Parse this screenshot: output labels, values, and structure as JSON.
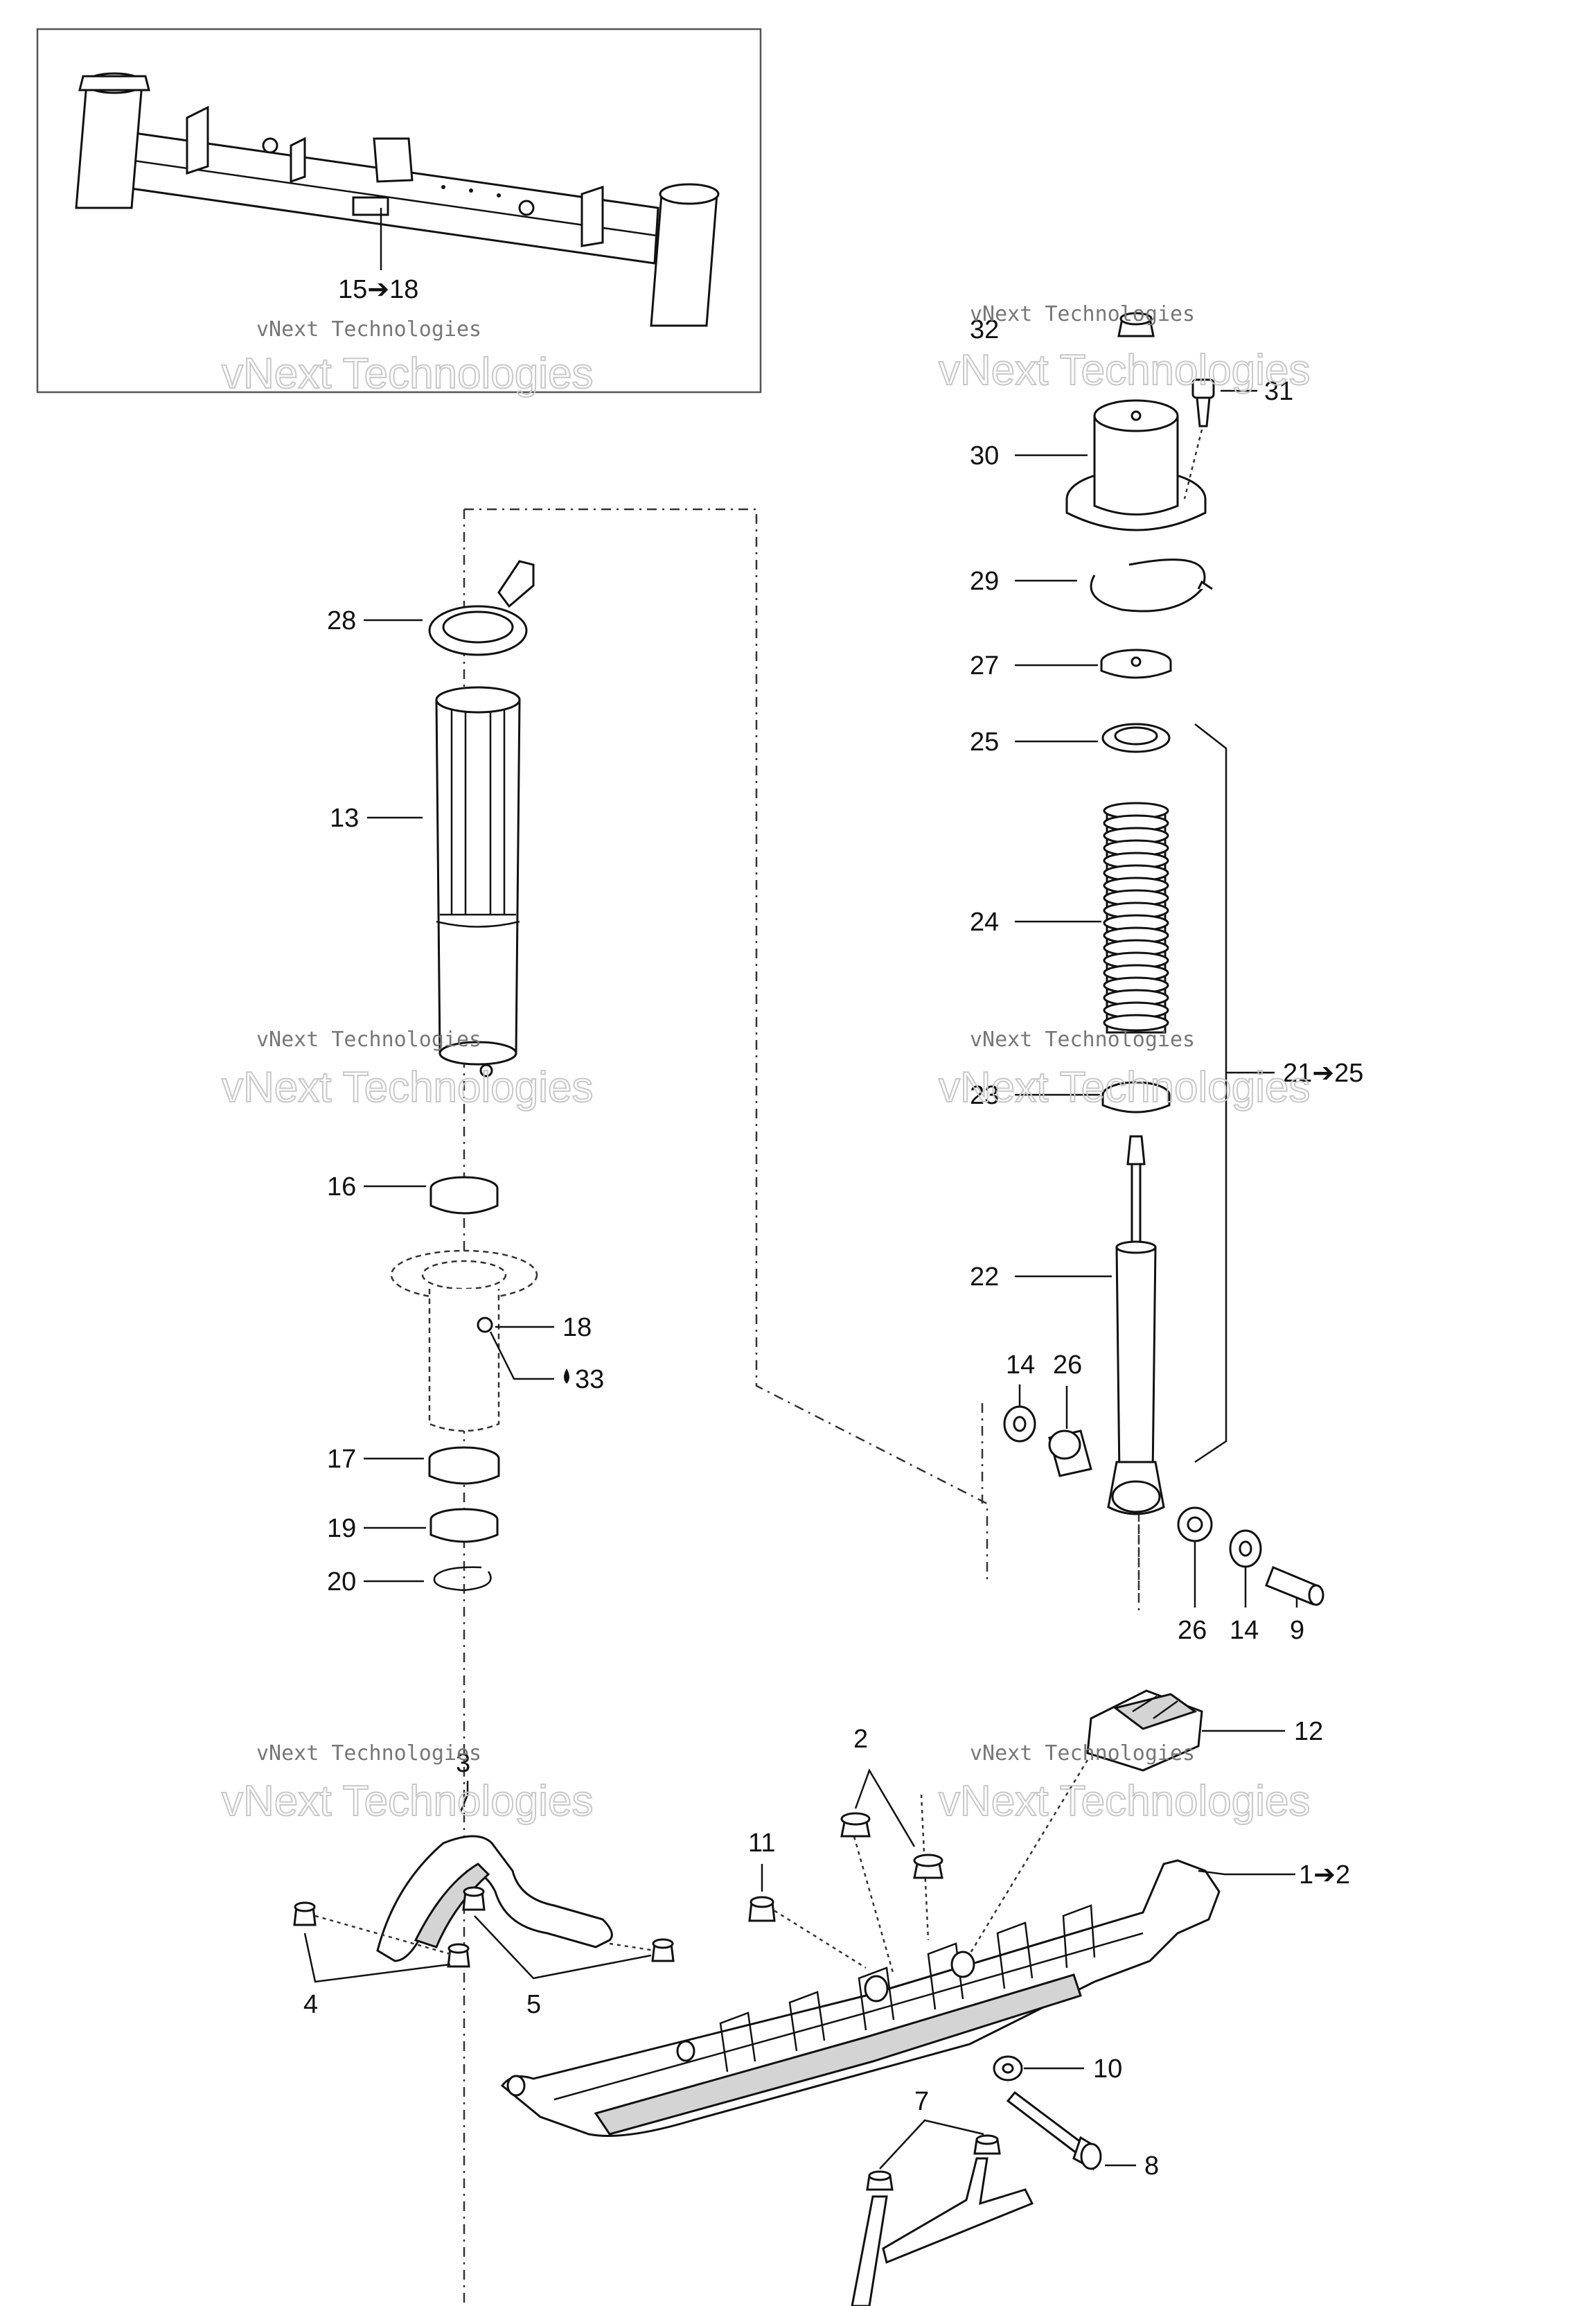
{
  "callouts": {
    "c15_18": "15➔18",
    "c32": "32",
    "c31": "31",
    "c30": "30",
    "c29": "29",
    "c28": "28",
    "c27": "27",
    "c25": "25",
    "c13": "13",
    "c24": "24",
    "c23": "23",
    "c21_25": "21➔25",
    "c16": "16",
    "c22": "22",
    "c18": "18",
    "c33": "33",
    "c14a": "14",
    "c26a": "26",
    "c17": "17",
    "c19": "19",
    "c20": "20",
    "c26b": "26",
    "c14b": "14",
    "c9": "9",
    "c12": "12",
    "c2": "2",
    "c3": "3",
    "c11": "11",
    "c1_2": "1➔2",
    "c4": "4",
    "c5": "5",
    "c10": "10",
    "c8": "8",
    "c7": "7"
  },
  "watermark": {
    "small": "vNext Technologies",
    "big": "vNext Technologies"
  }
}
